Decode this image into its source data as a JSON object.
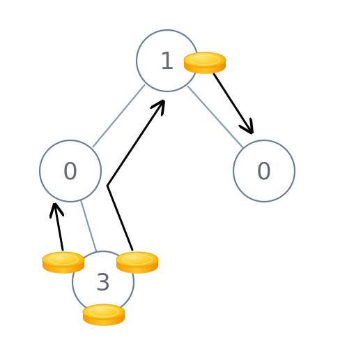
{
  "nodes": [
    {
      "id": "root",
      "label": "1"
    },
    {
      "id": "left",
      "label": "0"
    },
    {
      "id": "right",
      "label": "0"
    },
    {
      "id": "left-child",
      "label": "3"
    }
  ],
  "edges": [
    {
      "from": "root",
      "to": "left"
    },
    {
      "from": "root",
      "to": "right"
    },
    {
      "from": "left",
      "to": "left-child"
    }
  ],
  "colors": {
    "node_stroke": "#6e7f8c",
    "edge": "#8a9aa6",
    "arrow": "#000000",
    "coin_gold": "#fdb515",
    "coin_dark": "#e08a00",
    "label": "#666a6e"
  },
  "coins": [
    {
      "id": "coin-root",
      "on": "root"
    },
    {
      "id": "coin-child-left",
      "on": "left-child"
    },
    {
      "id": "coin-child-right",
      "on": "left-child"
    },
    {
      "id": "coin-child-bottom",
      "on": "left-child"
    }
  ],
  "moves": [
    {
      "from": "coin-root",
      "to": "right"
    },
    {
      "from": "coin-child-left",
      "to": "left"
    },
    {
      "from": "coin-child-right",
      "to": "root"
    }
  ]
}
